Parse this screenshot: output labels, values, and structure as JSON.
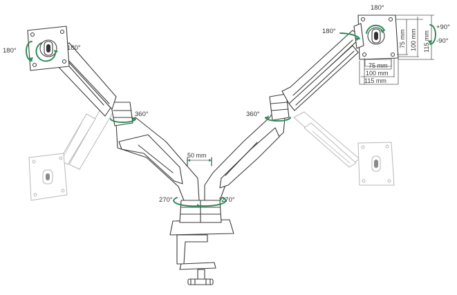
{
  "colors": {
    "rotation_arrow": "#2e8b57",
    "outline": "#3a3a3a",
    "ghost_outline": "#b7b7b7",
    "background": "#ffffff"
  },
  "labels": {
    "left_plate_tilt": "180°",
    "left_plate_rotate": "180°",
    "left_elbow_swivel": "360°",
    "right_plate_top": "180°",
    "right_plate_side": "180°",
    "right_elbow_swivel": "360°",
    "tilt_up": "+90°",
    "tilt_down": "-90°",
    "base_left_swivel": "270°",
    "base_right_swivel": "270°",
    "pole_width": "50 mm"
  },
  "vesa": {
    "h_75": "75 mm",
    "h_100": "100 mm",
    "h_115": "115 mm",
    "v_75": "75 mm",
    "v_100": "100 mm",
    "v_115": "115 mm"
  }
}
